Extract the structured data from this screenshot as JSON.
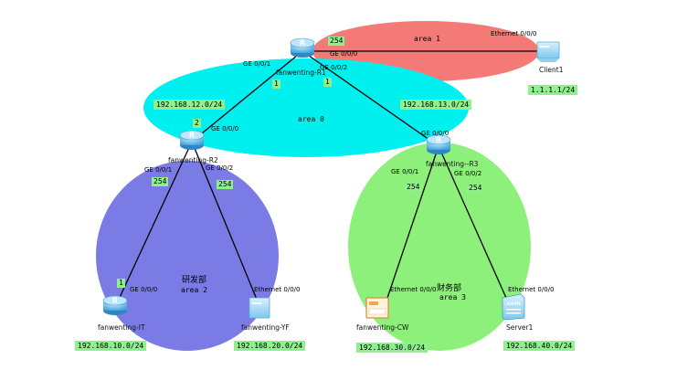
{
  "areas": {
    "a1": "area 1",
    "a0": "area 0",
    "a2": "area 2",
    "a3": "area 3"
  },
  "departments": {
    "rd": "研发部",
    "finance": "财务部"
  },
  "devices": {
    "r1": "fanwenting-R1",
    "r2": "fanwenting-R2",
    "r3": "fanwenting--R3",
    "it": "fanwenting-IT",
    "yf": "fanwenting-YF",
    "cw": "fanwenting-CW",
    "server": "Server1",
    "client": "Client1"
  },
  "ports": {
    "r1_g000": "GE 0/0/0",
    "r1_g001": "GE 0/0/1",
    "r1_g002": "GE 0/0/2",
    "client_eth": "Ethernet 0/0/0",
    "r2_g000": "GE 0/0/0",
    "r2_g001": "GE 0/0/1",
    "r2_g002": "GE 0/0/2",
    "r3_g000": "GE 0/0/0",
    "r3_g001": "GE 0/0/1",
    "r3_g002": "GE 0/0/2",
    "it_g000": "GE 0/0/0",
    "yf_eth": "Ethernet 0/0/0",
    "cw_eth": "Ethernet 0/0/0",
    "server_eth": "Ethernet 0/0/0"
  },
  "hosts": {
    "r1_client": "254",
    "r1_r2": "1",
    "r1_r3": "1",
    "r2_r1": "2",
    "r2_it": "254",
    "r2_yf": "254",
    "r3_cw": "254",
    "r3_server": "254",
    "it_r2": "1"
  },
  "subnets": {
    "client": "1.1.1.1/24",
    "r1r2": "192.168.12.0/24",
    "r1r3": "192.168.13.0/24",
    "it": "192.168.10.0/24",
    "yf": "192.168.20.0/24",
    "cw": "192.168.30.0/24",
    "server": "192.168.40.0/24"
  },
  "colors": {
    "area1": "#f47a78",
    "area0": "#00f0f0",
    "area2": "#7b7be6",
    "area3": "#8cf07a",
    "tag": "#8ef08e",
    "router": "#4fb3e8"
  }
}
